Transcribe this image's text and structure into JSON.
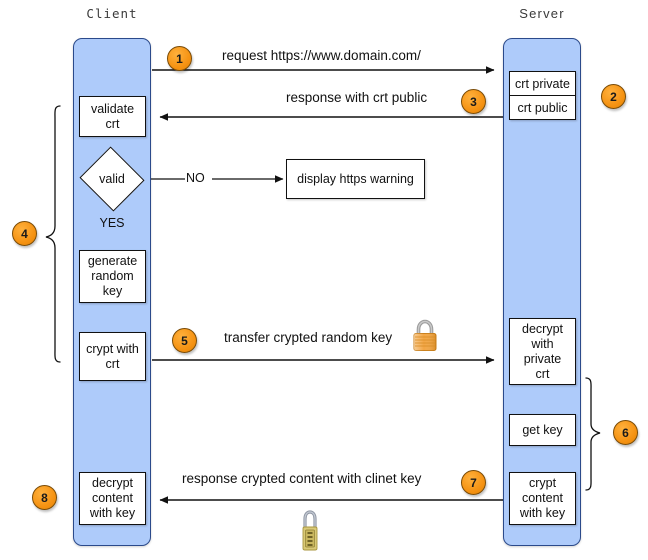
{
  "diagram": {
    "title_client": "Client",
    "title_server": "Server",
    "background": "#ffffff",
    "lifeline_color": "#aecbfa",
    "lifeline_border": "#2b4a8b",
    "badge_color": "#f59212",
    "box_border": "#111111"
  },
  "actors": {
    "client": "Client",
    "server": "Server"
  },
  "messages": [
    {
      "n": "1",
      "text": "request https://www.domain.com/",
      "direction": "client-to-server"
    },
    {
      "n": "3",
      "text": "response with crt public",
      "direction": "server-to-client"
    },
    {
      "n": "5",
      "text": "transfer crypted random key",
      "direction": "client-to-server",
      "icon": "padlock-icon"
    },
    {
      "n": "7",
      "text": "response crypted content with clinet key",
      "direction": "server-to-client",
      "icon": "combination-padlock-icon"
    }
  ],
  "badges": {
    "b1": "1",
    "b2": "2",
    "b3": "3",
    "b4": "4",
    "b5": "5",
    "b6": "6",
    "b7": "7",
    "b8": "8"
  },
  "client_steps": {
    "validate": "validate\ncrt",
    "validate_l1": "validate",
    "validate_l2": "crt",
    "decision": "valid",
    "yes_label": "YES",
    "no_label": "NO",
    "generate_l1": "generate",
    "generate_l2": "random",
    "generate_l3": "key",
    "crypt_l1": "crypt with",
    "crypt_l2": "crt",
    "decrypt_l1": "decrypt",
    "decrypt_l2": "content",
    "decrypt_l3": "with key"
  },
  "server_steps": {
    "crt_private": "crt private",
    "crt_public": "crt public",
    "decrypt_l1": "decrypt",
    "decrypt_l2": "with",
    "decrypt_l3": "private",
    "decrypt_l4": "crt",
    "get_key": "get key",
    "crypt_l1": "crypt",
    "crypt_l2": "content",
    "crypt_l3": "with key"
  },
  "warning_box": {
    "text": "display https warning"
  }
}
